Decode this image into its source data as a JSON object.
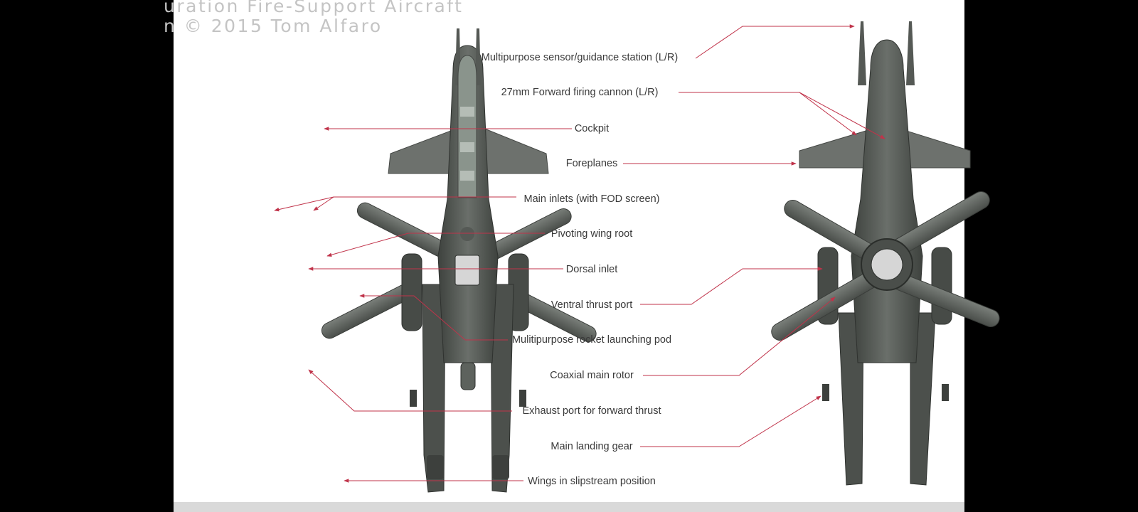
{
  "title": {
    "line1": "uration Fire-Support Aircraft",
    "line2": "n  © 2015 Tom Alfaro"
  },
  "callouts": [
    "Multipurpose sensor/guidance station (L/R)",
    "27mm Forward firing cannon (L/R)",
    "Cockpit",
    "Foreplanes",
    "Main inlets (with FOD screen)",
    "Pivoting wing root",
    "Dorsal inlet",
    "Ventral thrust port",
    "Mulitipurpose rocket launching pod",
    "Coaxial main rotor",
    "Exhaust port for forward thrust",
    "Main landing gear",
    "Wings in slipstream position"
  ],
  "colors": {
    "background": "#ffffff",
    "letterbox": "#000000",
    "leader_line": "#c0334a",
    "label_text": "#3a3a3a",
    "title_text": "#c4c4c4",
    "hull": "#5d625d",
    "hull_dark": "#3f433f",
    "canopy": "#8a948c"
  }
}
